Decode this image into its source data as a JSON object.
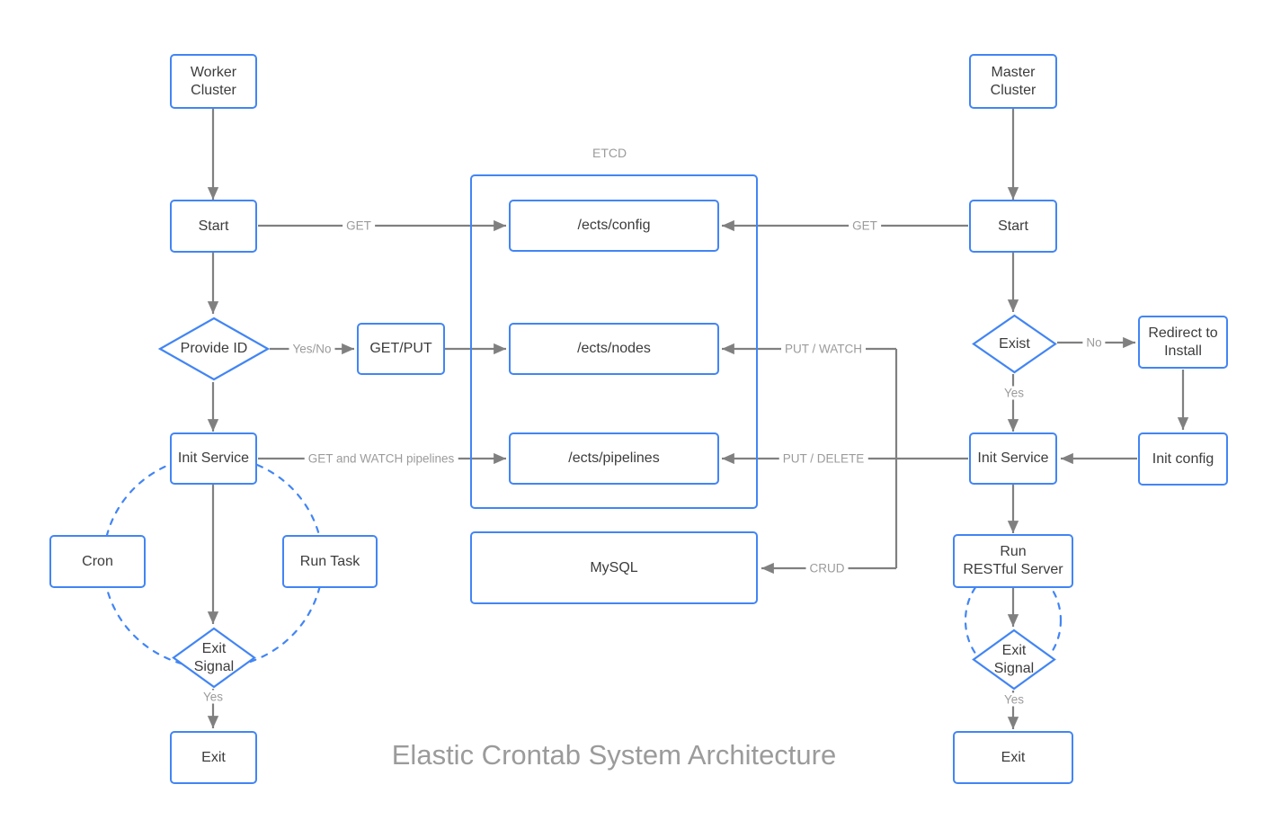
{
  "diagram": {
    "title": "Elastic Crontab System Architecture",
    "colors": {
      "node_border": "#4285f4",
      "edge": "#808080",
      "dashed": "#4285f4",
      "label": "#9b9b9b",
      "text": "#3c3c3c"
    },
    "group_label": "ETCD"
  },
  "nodes": {
    "worker_cluster": "Worker\nCluster",
    "worker_cluster_l1": "Worker",
    "worker_cluster_l2": "Cluster",
    "worker_start": "Start",
    "provide_id": "Provide ID",
    "get_put": "GET/PUT",
    "worker_init_service": "Init Service",
    "cron": "Cron",
    "run_task": "Run Task",
    "worker_exit_signal_l1": "Exit",
    "worker_exit_signal_l2": "Signal",
    "worker_exit": "Exit",
    "etcd_config": "/ects/config",
    "etcd_nodes": "/ects/nodes",
    "etcd_pipelines": "/ects/pipelines",
    "mysql": "MySQL",
    "master_cluster_l1": "Master",
    "master_cluster_l2": "Cluster",
    "master_start": "Start",
    "exist": "Exist",
    "redirect_install_l1": "Redirect to",
    "redirect_install_l2": "Install",
    "init_config": "Init config",
    "master_init_service": "Init Service",
    "run_restful_l1": "Run",
    "run_restful_l2": "RESTful Server",
    "master_exit_signal_l1": "Exit",
    "master_exit_signal_l2": "Signal",
    "master_exit": "Exit"
  },
  "edge_labels": {
    "worker_get": "GET",
    "master_get": "GET",
    "yes_no": "Yes/No",
    "get_and_watch_pipelines": "GET and WATCH pipelines",
    "put_watch": "PUT / WATCH",
    "put_delete": "PUT / DELETE",
    "crud": "CRUD",
    "exist_no": "No",
    "exist_yes": "Yes",
    "worker_exit_yes": "Yes",
    "master_exit_yes": "Yes"
  }
}
